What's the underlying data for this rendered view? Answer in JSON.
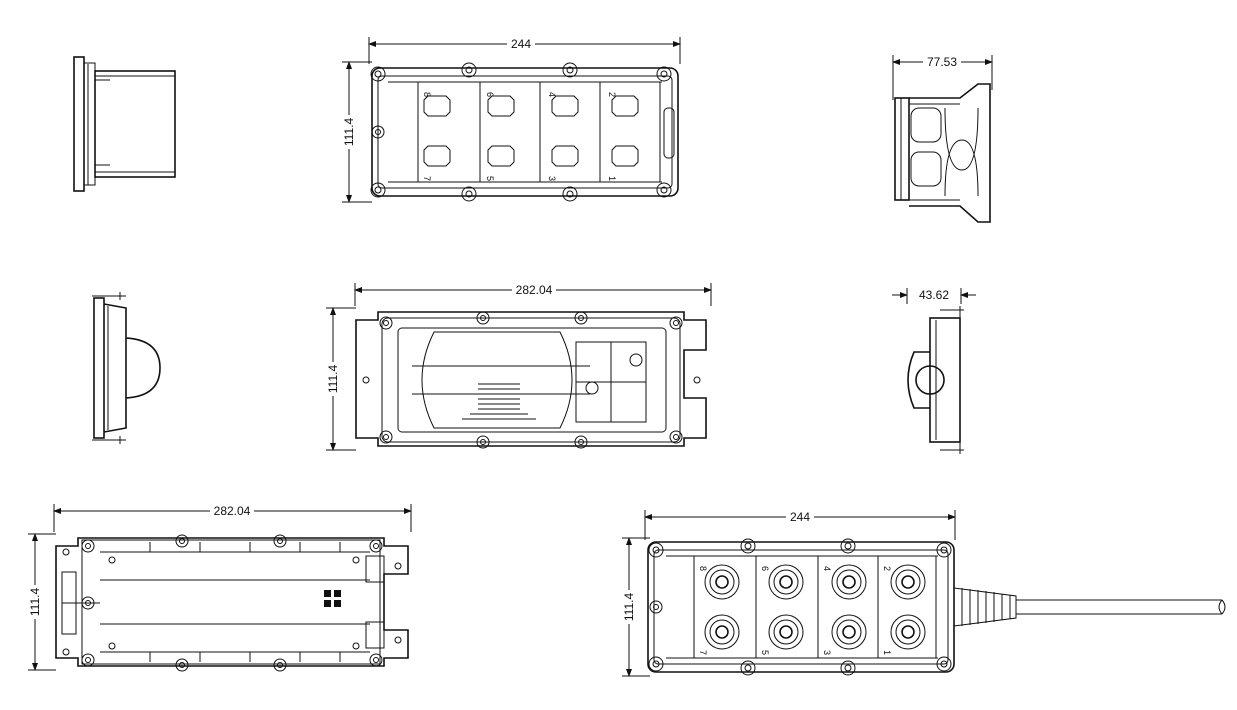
{
  "dimensions": {
    "top_center_width": "244",
    "top_center_height": "111.4",
    "top_right_depth": "77.53",
    "mid_center_width": "282.04",
    "mid_center_height": "111.4",
    "mid_right_depth": "43.62",
    "bottom_left_width": "282.04",
    "bottom_left_height": "111.4",
    "bottom_right_width": "244",
    "bottom_right_height": "111.4"
  },
  "port_numbers": {
    "top": [
      "8",
      "6",
      "4",
      "2"
    ],
    "bottom": [
      "7",
      "5",
      "3",
      "1"
    ]
  }
}
